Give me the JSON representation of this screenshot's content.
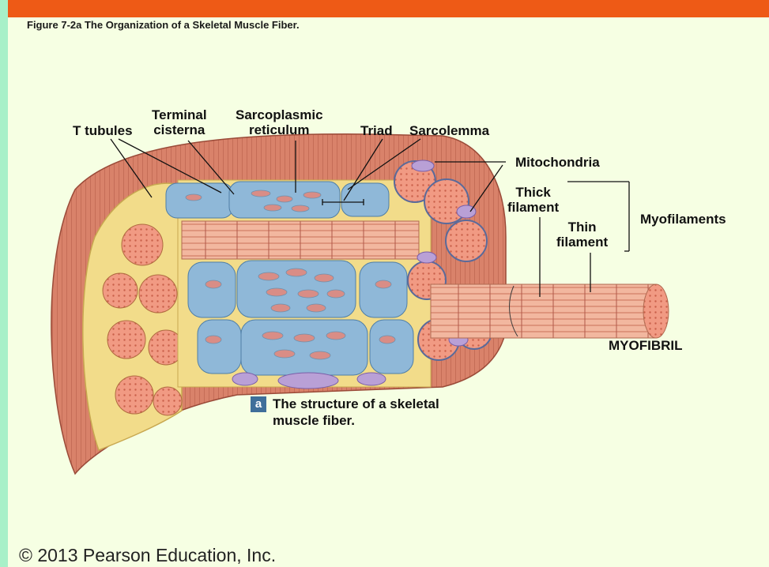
{
  "figure": {
    "caption": "Figure 7-2a  The Organization of a Skeletal Muscle Fiber.",
    "panel_letter": "a",
    "panel_caption_line1": "The structure of a skeletal",
    "panel_caption_line2": "muscle fiber.",
    "copyright": "© 2013 Pearson Education, Inc."
  },
  "labels": {
    "t_tubules": "T tubules",
    "terminal_line1": "Terminal",
    "terminal_line2": "cisterna",
    "sarco_line1": "Sarcoplasmic",
    "sarco_line2": "reticulum",
    "triad": "Triad",
    "sarcolemma": "Sarcolemma",
    "mitochondria": "Mitochondria",
    "thick_line1": "Thick",
    "thick_line2": "filament",
    "thin_line1": "Thin",
    "thin_line2": "filament",
    "myofilaments": "Myofilaments",
    "myofibril": "MYOFIBRIL"
  },
  "colors": {
    "background_margin": "#a8f0c8",
    "slide_background": "#f6ffe3",
    "top_bar": "#ee5a16",
    "muscle_red": "#d97a64",
    "sarcoplasm_yellow": "#f2dc8a",
    "sr_blue": "#8fb8d8",
    "myofibril_pink": "#f0a68e"
  }
}
